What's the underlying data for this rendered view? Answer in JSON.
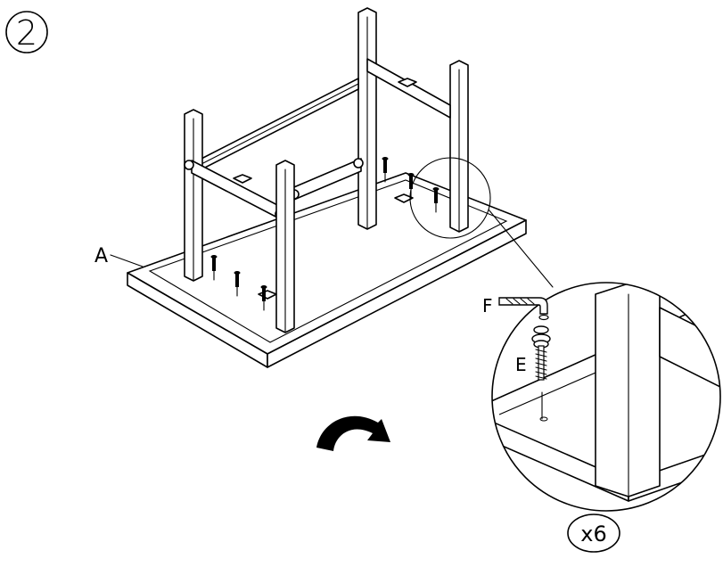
{
  "step": {
    "number": "2"
  },
  "labels": {
    "tabletop": "A",
    "allen_key": "F",
    "bolt": "E",
    "quantity": "x6"
  },
  "icons": [
    "flip-arrow-icon",
    "allen-key-icon",
    "bolt-icon"
  ],
  "colors": {
    "line": "#000000",
    "background": "#ffffff"
  }
}
